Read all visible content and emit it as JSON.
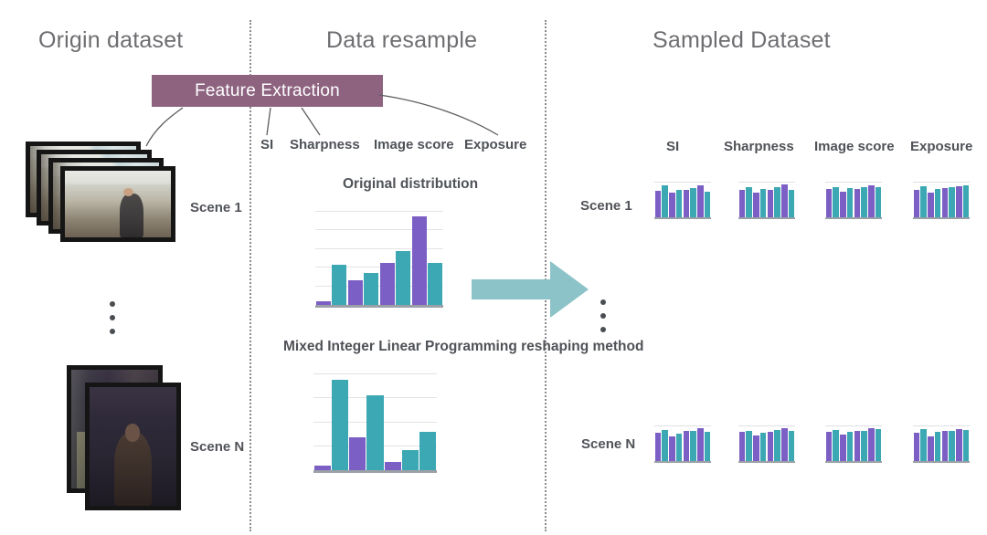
{
  "columns": {
    "origin_title": "Origin dataset",
    "resample_title": "Data resample",
    "sampled_title": "Sampled Dataset"
  },
  "feature_extraction": {
    "label": "Feature Extraction",
    "box_color": "#8d6380"
  },
  "feature_labels": [
    {
      "name": "si",
      "label": "SI"
    },
    {
      "name": "sharpness",
      "label": "Sharpness"
    },
    {
      "name": "image-score",
      "label": "Image score"
    },
    {
      "name": "exposure",
      "label": "Exposure"
    }
  ],
  "origin": {
    "scene_1_label": "Scene 1",
    "scene_n_label": "Scene N",
    "ellipsis": "vertical-ellipsis"
  },
  "resample": {
    "original_distribution_title": "Original distribution",
    "milp_title": "Mixed Integer Linear Programming reshaping method",
    "arrow": "right-arrow",
    "arrow_color": "#8cc3c8"
  },
  "sampled": {
    "column_headers": [
      "SI",
      "Sharpness",
      "Image score",
      "Exposure"
    ],
    "scene_1_label": "Scene 1",
    "scene_n_label": "Scene N",
    "ellipsis": "vertical-ellipsis"
  },
  "palette": {
    "purple": "#7b5fc4",
    "teal": "#3ba8b4",
    "title_grey": "#6e6e72",
    "caption_grey": "#4f5257",
    "divider_grey": "#8c8c90",
    "axis_grey": "#9aa0a6",
    "grid_grey": "#e3e3e6"
  },
  "chart_data": [
    {
      "name": "original-distribution",
      "type": "bar",
      "title": "Original distribution",
      "categories": [
        "b1",
        "b2",
        "b3",
        "b4",
        "b5",
        "b6",
        "b7",
        "b8"
      ],
      "values": [
        4,
        43,
        26,
        34,
        45,
        58,
        95,
        45
      ],
      "colors": [
        "#7b5fc4",
        "#3ba8b4",
        "#7b5fc4",
        "#3ba8b4",
        "#7b5fc4",
        "#3ba8b4",
        "#7b5fc4",
        "#3ba8b4"
      ],
      "ylim": [
        0,
        100
      ],
      "gridlines": [
        20,
        40,
        60,
        80,
        100
      ],
      "xlabel": "",
      "ylabel": "",
      "grid": true,
      "legend": "none"
    },
    {
      "name": "milp-reshaped-distribution",
      "type": "bar",
      "title": "Mixed Integer Linear Programming reshaping method",
      "categories": [
        "b1",
        "b2",
        "b3",
        "b4",
        "b5",
        "b6",
        "b7"
      ],
      "values": [
        5,
        94,
        34,
        78,
        9,
        21,
        40
      ],
      "colors": [
        "#7b5fc4",
        "#3ba8b4",
        "#7b5fc4",
        "#3ba8b4",
        "#7b5fc4",
        "#3ba8b4",
        "#3ba8b4"
      ],
      "ylim": [
        0,
        100
      ],
      "gridlines": [
        25,
        50,
        75,
        100
      ],
      "xlabel": "",
      "ylabel": "",
      "grid": true,
      "legend": "none"
    },
    {
      "name": "sampled-scene1-si",
      "type": "bar",
      "categories": [
        "b1",
        "b2",
        "b3",
        "b4",
        "b5",
        "b6",
        "b7",
        "b8"
      ],
      "values": [
        78,
        94,
        72,
        80,
        82,
        86,
        94,
        76
      ],
      "colors": [
        "#7b5fc4",
        "#3ba8b4",
        "#7b5fc4",
        "#3ba8b4",
        "#7b5fc4",
        "#3ba8b4",
        "#7b5fc4",
        "#3ba8b4"
      ],
      "ylim": [
        0,
        100
      ]
    },
    {
      "name": "sampled-scene1-sharpness",
      "type": "bar",
      "categories": [
        "b1",
        "b2",
        "b3",
        "b4",
        "b5",
        "b6",
        "b7",
        "b8"
      ],
      "values": [
        80,
        88,
        74,
        84,
        80,
        90,
        96,
        82
      ],
      "colors": [
        "#7b5fc4",
        "#3ba8b4",
        "#7b5fc4",
        "#3ba8b4",
        "#7b5fc4",
        "#3ba8b4",
        "#7b5fc4",
        "#3ba8b4"
      ],
      "ylim": [
        0,
        100
      ]
    },
    {
      "name": "sampled-scene1-image-score",
      "type": "bar",
      "categories": [
        "b1",
        "b2",
        "b3",
        "b4",
        "b5",
        "b6",
        "b7",
        "b8"
      ],
      "values": [
        84,
        90,
        76,
        86,
        84,
        88,
        94,
        90
      ],
      "colors": [
        "#7b5fc4",
        "#3ba8b4",
        "#7b5fc4",
        "#3ba8b4",
        "#7b5fc4",
        "#3ba8b4",
        "#7b5fc4",
        "#3ba8b4"
      ],
      "ylim": [
        0,
        100
      ]
    },
    {
      "name": "sampled-scene1-exposure",
      "type": "bar",
      "categories": [
        "b1",
        "b2",
        "b3",
        "b4",
        "b5",
        "b6",
        "b7",
        "b8"
      ],
      "values": [
        82,
        92,
        72,
        84,
        86,
        88,
        92,
        94
      ],
      "colors": [
        "#7b5fc4",
        "#3ba8b4",
        "#7b5fc4",
        "#3ba8b4",
        "#7b5fc4",
        "#3ba8b4",
        "#7b5fc4",
        "#3ba8b4"
      ],
      "ylim": [
        0,
        100
      ]
    },
    {
      "name": "sampled-sceneN-si",
      "type": "bar",
      "categories": [
        "b1",
        "b2",
        "b3",
        "b4",
        "b5",
        "b6",
        "b7",
        "b8"
      ],
      "values": [
        84,
        92,
        74,
        82,
        88,
        90,
        96,
        86
      ],
      "colors": [
        "#7b5fc4",
        "#3ba8b4",
        "#7b5fc4",
        "#3ba8b4",
        "#7b5fc4",
        "#3ba8b4",
        "#7b5fc4",
        "#3ba8b4"
      ],
      "ylim": [
        0,
        100
      ]
    },
    {
      "name": "sampled-sceneN-sharpness",
      "type": "bar",
      "categories": [
        "b1",
        "b2",
        "b3",
        "b4",
        "b5",
        "b6",
        "b7",
        "b8"
      ],
      "values": [
        86,
        90,
        76,
        84,
        86,
        92,
        96,
        88
      ],
      "colors": [
        "#7b5fc4",
        "#3ba8b4",
        "#7b5fc4",
        "#3ba8b4",
        "#7b5fc4",
        "#3ba8b4",
        "#7b5fc4",
        "#3ba8b4"
      ],
      "ylim": [
        0,
        100
      ]
    },
    {
      "name": "sampled-sceneN-image-score",
      "type": "bar",
      "categories": [
        "b1",
        "b2",
        "b3",
        "b4",
        "b5",
        "b6",
        "b7",
        "b8"
      ],
      "values": [
        86,
        92,
        78,
        86,
        88,
        90,
        96,
        94
      ],
      "colors": [
        "#7b5fc4",
        "#3ba8b4",
        "#7b5fc4",
        "#3ba8b4",
        "#7b5fc4",
        "#3ba8b4",
        "#7b5fc4",
        "#3ba8b4"
      ],
      "ylim": [
        0,
        100
      ]
    },
    {
      "name": "sampled-sceneN-exposure",
      "type": "bar",
      "categories": [
        "b1",
        "b2",
        "b3",
        "b4",
        "b5",
        "b6",
        "b7",
        "b8"
      ],
      "values": [
        84,
        94,
        72,
        86,
        88,
        90,
        94,
        92
      ],
      "colors": [
        "#7b5fc4",
        "#3ba8b4",
        "#7b5fc4",
        "#3ba8b4",
        "#7b5fc4",
        "#3ba8b4",
        "#7b5fc4",
        "#3ba8b4"
      ],
      "ylim": [
        0,
        100
      ]
    }
  ]
}
